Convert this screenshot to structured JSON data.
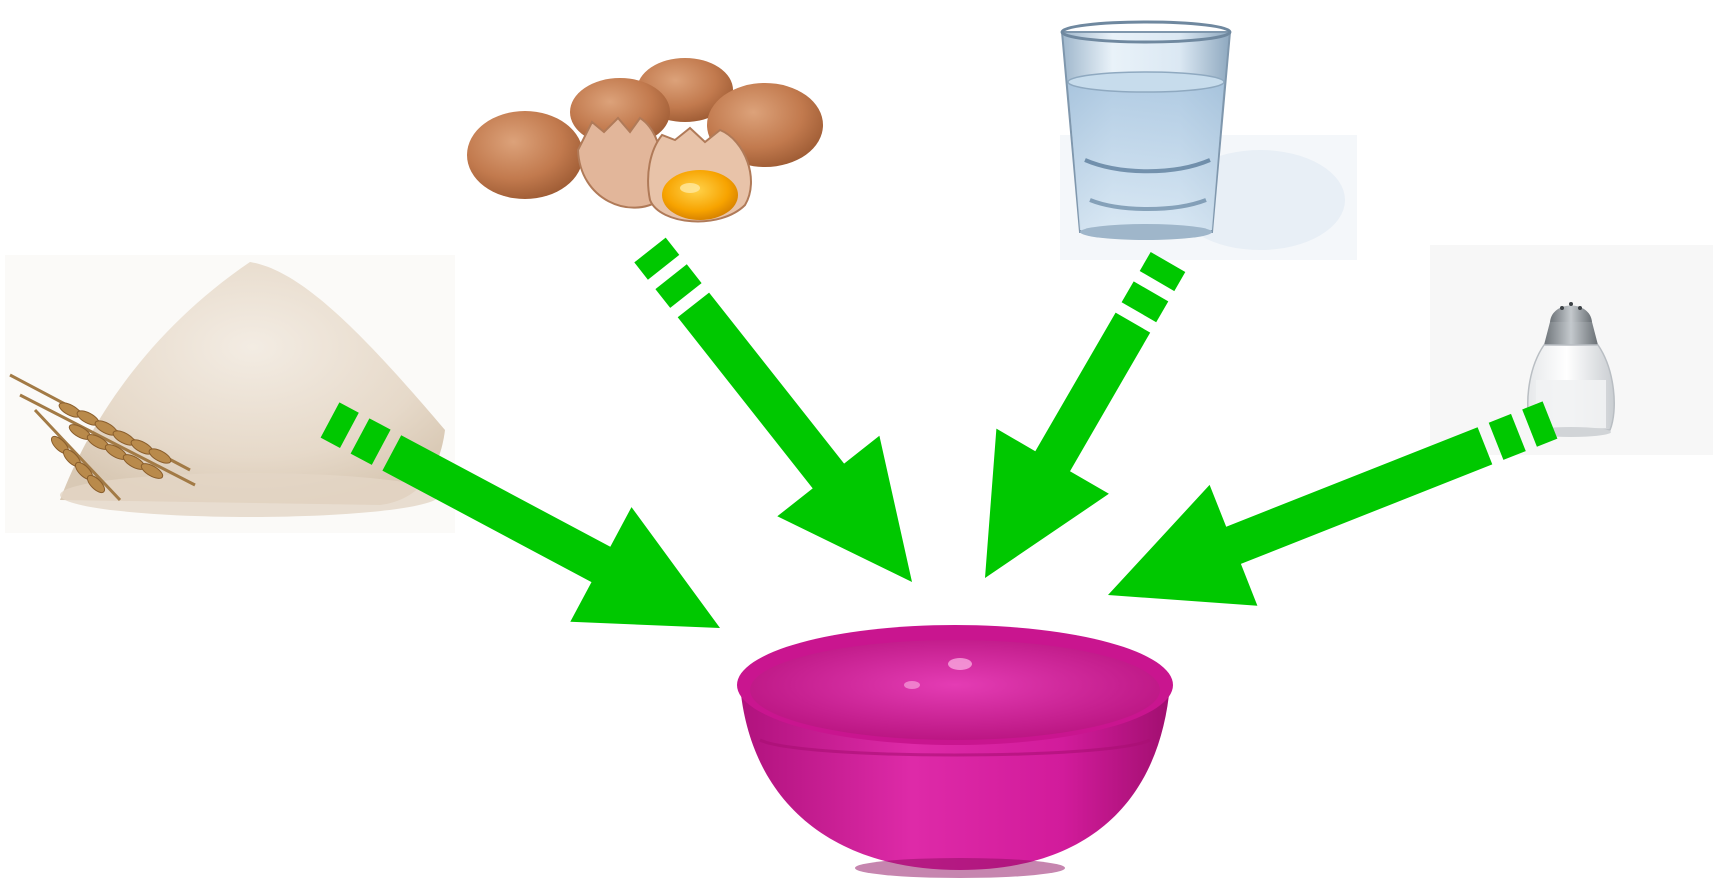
{
  "diagram": {
    "colors": {
      "background": "#ffffff",
      "arrow": "#00c800",
      "bowl": "#d3179c",
      "bowl_dark": "#a5106f",
      "flour": "#e8ddd0",
      "wheat": "#b98a4b",
      "egg_shell": "#c8845a",
      "egg_yolk": "#f7a300",
      "water": "#bcd8ee",
      "salt_cap": "#9aa0a6"
    },
    "nodes": [
      {
        "id": "flour",
        "icon": "flour-with-wheat-image"
      },
      {
        "id": "eggs",
        "icon": "eggs-with-cracked-egg-image"
      },
      {
        "id": "water",
        "icon": "glass-of-water-image"
      },
      {
        "id": "salt",
        "icon": "salt-shaker-image"
      },
      {
        "id": "bowl",
        "icon": "pink-mixing-bowl-image"
      }
    ],
    "edges": [
      {
        "from": "flour",
        "to": "bowl",
        "style": "dashed-tail-arrow"
      },
      {
        "from": "eggs",
        "to": "bowl",
        "style": "dashed-tail-arrow"
      },
      {
        "from": "water",
        "to": "bowl",
        "style": "dashed-tail-arrow"
      },
      {
        "from": "salt",
        "to": "bowl",
        "style": "dashed-tail-arrow"
      }
    ]
  }
}
